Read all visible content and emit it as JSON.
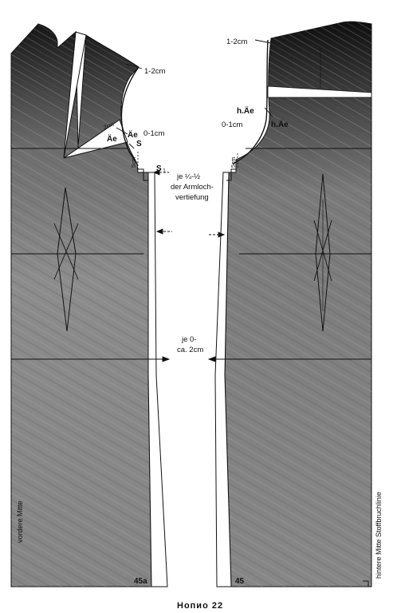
{
  "labels": {
    "armhole_front": "1-2cm",
    "armhole_back": "1-2cm",
    "dart_2cm": "2cm",
    "ae_upper": "Äe",
    "ae_lower": "Äe",
    "tolerance_front": "0-1cm",
    "point_s": "S",
    "point_s1": "S",
    "point_s1_sub": "1",
    "dim_5cm_front": "5cm",
    "dim_5cm_back": "5cm",
    "back_h_ae_upper": "h.Äe",
    "back_tolerance": "0-1cm",
    "back_h_ae_lower": "h.Äe",
    "note_line1": "je ¼-½",
    "note_line2": "der Armloch-",
    "note_line3": "vertiefung",
    "waist_line1": "je 0-",
    "waist_line2": "ca. 2cm"
  },
  "edges": {
    "front_center": "vordere Mitte",
    "back_center": "hintere Mitte  Stoffbruchlinie"
  },
  "pieces": {
    "front_number": "45a",
    "back_number": "45"
  },
  "caption": "Нопио 22",
  "colors": {
    "fabric": "#8a8a8a",
    "fabric_dark": "#1e1e1e",
    "line": "#111111",
    "paper": "#ffffff"
  }
}
